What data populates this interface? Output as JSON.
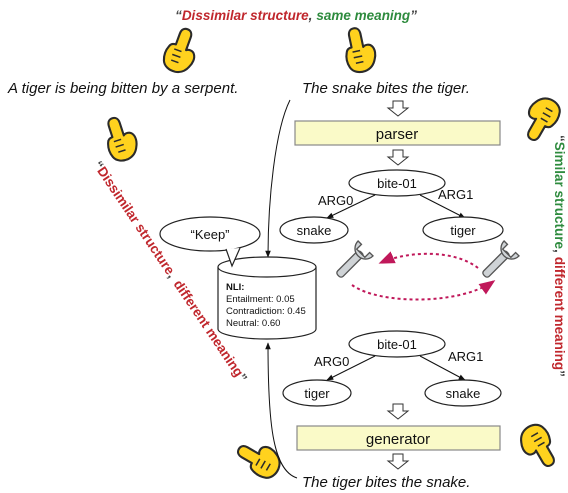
{
  "top_caption": {
    "part1": "Dissimilar structure",
    "comma": ",",
    "part2": "same meaning",
    "open_quote": "“",
    "close_quote": "”"
  },
  "sentences": {
    "source_a": "A tiger is being bitten by a serpent.",
    "source_b": "The snake bites the tiger.",
    "output": "The tiger bites the snake."
  },
  "parser_label": "parser",
  "generator_label": "generator",
  "upper_amr": {
    "root": "bite-01",
    "edge_left": "ARG0",
    "edge_right": "ARG1",
    "left": "snake",
    "right": "tiger"
  },
  "lower_amr": {
    "root": "bite-01",
    "edge_left": "ARG0",
    "edge_right": "ARG1",
    "left": "tiger",
    "right": "snake"
  },
  "keep_bubble": "“Keep”",
  "nli": {
    "title": "NLI:",
    "entailment": "Entailment: 0.05",
    "contradiction": "Contradiction: 0.45",
    "neutral": "Neutral: 0.60"
  },
  "left_caption": {
    "open_quote": "“",
    "part1": "Dissimilar structure",
    "comma": ",",
    "part2": "different meaning",
    "close_quote": "”"
  },
  "right_caption": {
    "open_quote": "“",
    "part1": "Similar structure",
    "comma": ",",
    "part2": "different meaning",
    "close_quote": "”"
  },
  "colors": {
    "red": "#c0272d",
    "green": "#2e8b3e",
    "box_fill": "#fafac8",
    "box_stroke": "#888888",
    "dotted_arrow": "#c0185a",
    "hand_fill": "#ffd21e",
    "hand_stroke": "#2b2b2b"
  }
}
